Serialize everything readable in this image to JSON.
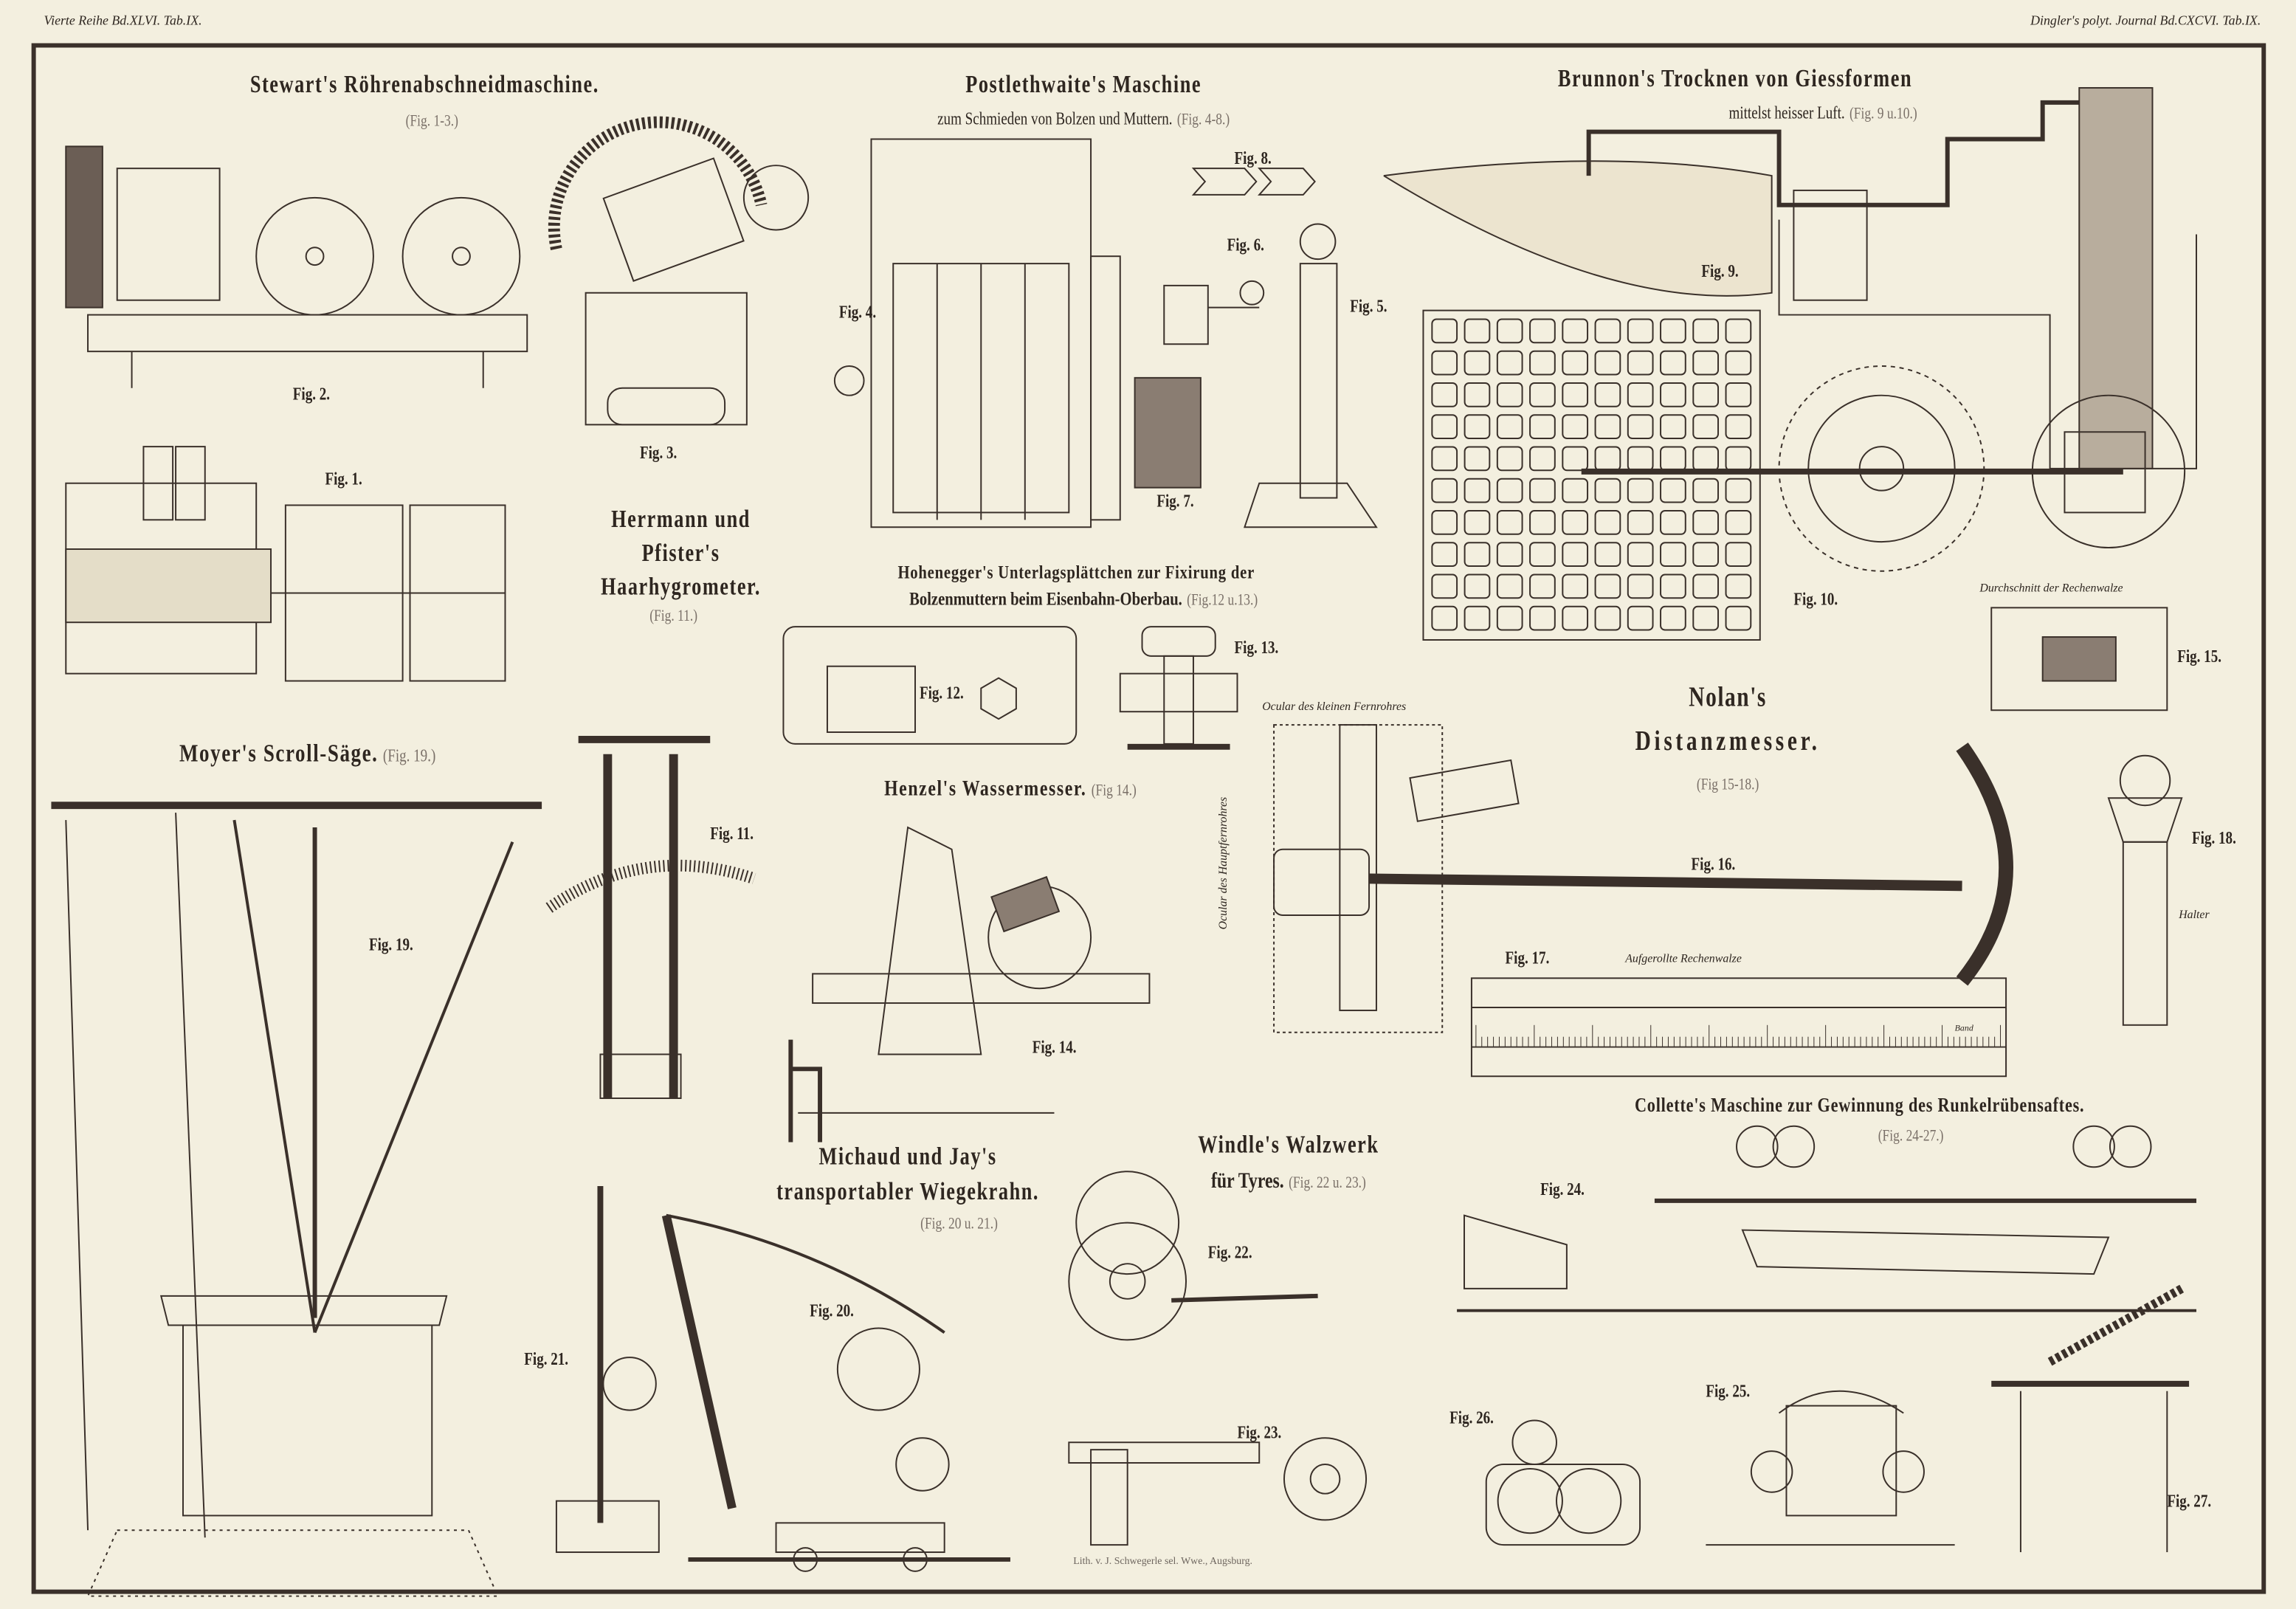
{
  "header": {
    "left": "Vierte Reihe Bd.XLVI. Tab.IX.",
    "right": "Dingler's polyt. Journal Bd.CXCVI. Tab.IX."
  },
  "titles": {
    "stewart": {
      "title": "Stewart's Röhrenabschneidmaschine.",
      "ref": "(Fig. 1-3.)"
    },
    "postlethwaite": {
      "title": "Postlethwaite's Maschine",
      "subtitle": "zum Schmieden von Bolzen und Muttern.",
      "ref": "(Fig. 4-8.)"
    },
    "brunnon": {
      "title": "Brunnon's Trocknen von Giessformen",
      "subtitle": "mittelst heisser Luft.",
      "ref": "(Fig. 9 u.10.)"
    },
    "herrmann": {
      "line1": "Herrmann und",
      "line2": "Pfister's",
      "line3": "Haarhygrometer.",
      "ref": "(Fig. 11.)"
    },
    "hohenegger": {
      "line1": "Hohenegger's Unterlagsplättchen zur Fixirung der",
      "line2": "Bolzenmuttern beim Eisenbahn-Oberbau.",
      "ref": "(Fig.12 u.13.)"
    },
    "moyer": {
      "title": "Moyer's Scroll-Säge.",
      "ref": "(Fig. 19.)"
    },
    "henzel": {
      "title": "Henzel's Wassermesser.",
      "ref": "(Fig 14.)"
    },
    "nolan": {
      "line1": "Nolan's",
      "line2": "Distanzmesser.",
      "ref": "(Fig 15-18.)"
    },
    "michaud": {
      "line1": "Michaud und Jay's",
      "line2": "transportabler Wiegekrahn.",
      "ref": "(Fig. 20 u. 21.)"
    },
    "windle": {
      "line1": "Windle's Walzwerk",
      "line2": "für Tyres.",
      "ref": "(Fig. 22 u. 23.)"
    },
    "collette": {
      "title": "Collette's Maschine zur Gewinnung des Runkelrübensaftes.",
      "ref": "(Fig. 24-27.)"
    }
  },
  "figures": [
    "Fig. 1.",
    "Fig. 2.",
    "Fig. 3.",
    "Fig. 4.",
    "Fig. 5.",
    "Fig. 6.",
    "Fig. 7.",
    "Fig. 8.",
    "Fig. 9.",
    "Fig. 10.",
    "Fig. 11.",
    "Fig. 12.",
    "Fig. 13.",
    "Fig. 14.",
    "Fig. 15.",
    "Fig. 16.",
    "Fig. 17.",
    "Fig. 18.",
    "Fig. 19.",
    "Fig. 20.",
    "Fig. 21.",
    "Fig. 22.",
    "Fig. 23.",
    "Fig. 24.",
    "Fig. 25.",
    "Fig. 26.",
    "Fig. 27."
  ],
  "annotations": {
    "ocular_small": "Ocular des kleinen Fernrohres",
    "ocular_main": "Ocular des Hauptfernrohres",
    "section": "Durchschnitt der Rechenwalze",
    "rolled": "Aufgerollte Rechenwalze",
    "holder": "Halter",
    "band": "Band"
  },
  "imprint": "Lith. v. J. Schwegerle sel. Wwe., Augsburg.",
  "colors": {
    "paper": "#f3efdf",
    "ink": "#2e2620"
  }
}
